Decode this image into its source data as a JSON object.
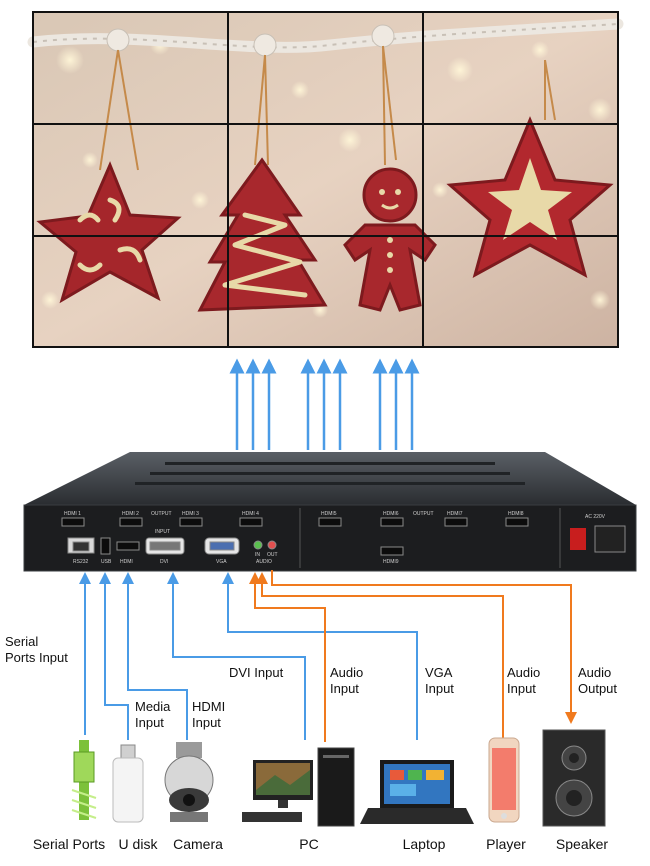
{
  "panel": {
    "ports_top_row": [
      "HDMI 1",
      "HDMI 2",
      "HDMI 3",
      "HDMI 4",
      "HDMI5",
      "HDMI6",
      "HDMI7",
      "HDMI8"
    ],
    "output_label_left": "OUTPUT",
    "output_label_right": "OUTPUT",
    "input_label": "INPUT",
    "port_labels_bottom": [
      "RS232",
      "USB",
      "HDMI",
      "DVI",
      "VGA",
      "IN",
      "OUT",
      "AUDIO"
    ],
    "hdmi_right_bottom": "HDMI9",
    "power_label": "AC 220V"
  },
  "connections": [
    {
      "label": "Serial\nPorts Input",
      "color": "#4a9be6"
    },
    {
      "label": "Media\nInput",
      "color": "#4a9be6"
    },
    {
      "label": "HDMI\nInput",
      "color": "#4a9be6"
    },
    {
      "label": "DVI Input",
      "color": "#4a9be6"
    },
    {
      "label": "Audio\nInput",
      "color": "#f07a1e"
    },
    {
      "label": "VGA\nInput",
      "color": "#4a9be6"
    },
    {
      "label": "Audio\nInput",
      "color": "#f07a1e"
    },
    {
      "label": "Audio\nOutput",
      "color": "#f07a1e"
    }
  ],
  "devices": [
    {
      "name": "Serial Ports",
      "icon": "serial-cable-icon"
    },
    {
      "name": "U disk",
      "icon": "usb-drive-icon"
    },
    {
      "name": "Camera",
      "icon": "dome-camera-icon"
    },
    {
      "name": "PC",
      "icon": "desktop-pc-icon"
    },
    {
      "name": "Laptop",
      "icon": "laptop-icon"
    },
    {
      "name": "Player",
      "icon": "smartphone-icon"
    },
    {
      "name": "Speaker",
      "icon": "speaker-icon"
    }
  ],
  "colors": {
    "blue_arrow": "#4a9be6",
    "orange_arrow": "#f07a1e",
    "device_body": "#1f1f1f"
  }
}
